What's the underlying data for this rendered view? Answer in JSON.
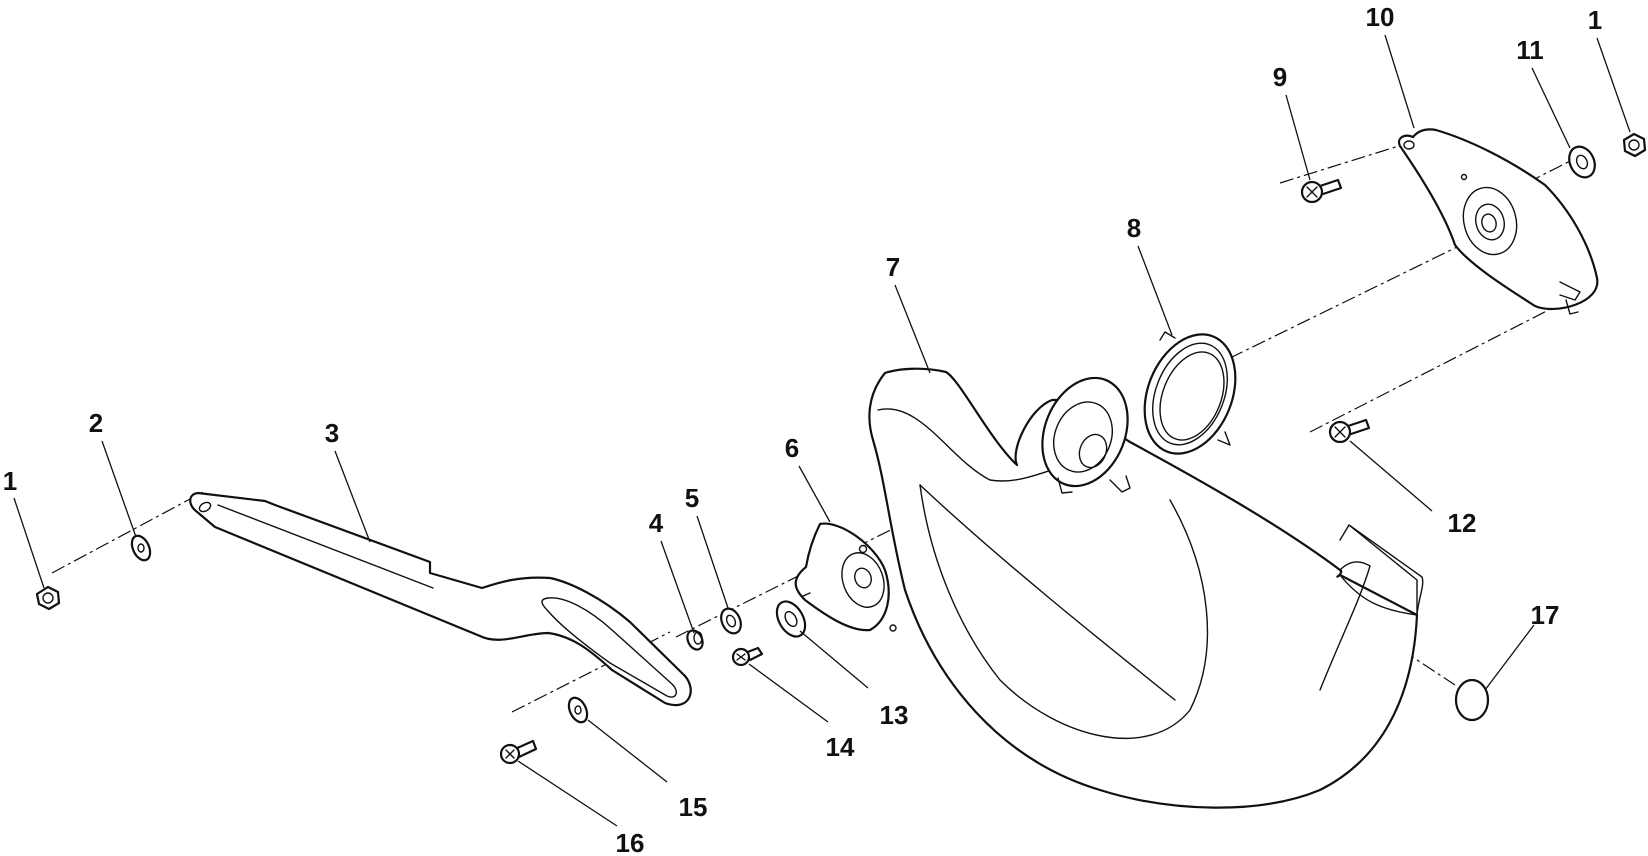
{
  "diagram": {
    "callouts": [
      {
        "id": "c1a",
        "label": "1"
      },
      {
        "id": "c2",
        "label": "2"
      },
      {
        "id": "c3",
        "label": "3"
      },
      {
        "id": "c4",
        "label": "4"
      },
      {
        "id": "c5",
        "label": "5"
      },
      {
        "id": "c6",
        "label": "6"
      },
      {
        "id": "c7",
        "label": "7"
      },
      {
        "id": "c8",
        "label": "8"
      },
      {
        "id": "c9",
        "label": "9"
      },
      {
        "id": "c10",
        "label": "10"
      },
      {
        "id": "c11",
        "label": "11"
      },
      {
        "id": "c1b",
        "label": "1"
      },
      {
        "id": "c12",
        "label": "12"
      },
      {
        "id": "c13",
        "label": "13"
      },
      {
        "id": "c14",
        "label": "14"
      },
      {
        "id": "c15",
        "label": "15"
      },
      {
        "id": "c16",
        "label": "16"
      },
      {
        "id": "c17",
        "label": "17"
      }
    ]
  }
}
